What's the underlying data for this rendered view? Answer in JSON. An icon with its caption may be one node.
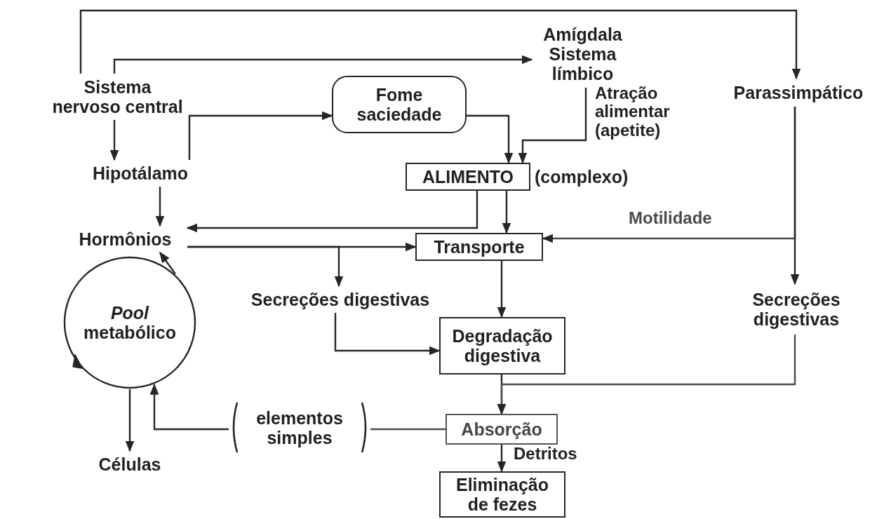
{
  "diagram": {
    "nodes": [
      {
        "text": [
          "Sistema nervoso central"
        ]
      },
      {
        "text": [
          "Amígdala Sistema límbico"
        ]
      },
      {
        "text": [
          "Parassimpático"
        ]
      },
      {
        "text": [
          "Fome saciedade"
        ]
      },
      {
        "text": [
          "Hipotálamo"
        ]
      },
      {
        "text": [
          "ALIMENTO"
        ],
        "beside": [
          "(complexo)"
        ]
      },
      {
        "text": [
          "Hormônios"
        ]
      },
      {
        "text": [
          "Transporte"
        ]
      },
      {
        "text": [
          "Secreções digestivas"
        ]
      },
      {
        "text": [
          "*Pool* metabólico"
        ]
      },
      {
        "text": [
          "Secreções digestivas"
        ]
      },
      {
        "text": [
          "Degradação digestiva"
        ]
      },
      {
        "text": [
          "elementos simples"
        ]
      },
      {
        "text": [
          "Absorção"
        ]
      },
      {
        "text": [
          "Células"
        ]
      },
      {
        "text": [
          "Eliminação de fezes"
        ]
      }
    ],
    "edges": [
      {
        "from": 0,
        "to": 2,
        "arrow": "to"
      },
      {
        "from": 0,
        "to": 1,
        "arrow": "to"
      },
      {
        "from": 0,
        "to": 4,
        "arrow": "to"
      },
      {
        "from": 4,
        "to": 3,
        "arrow": "to"
      },
      {
        "from": 3,
        "to": 5,
        "arrow": "to"
      },
      {
        "from": 1,
        "to": 5,
        "arrow": "to",
        "label": "Atração alimentar (apetite)"
      },
      {
        "from": 4,
        "to": 6,
        "arrow": "to"
      },
      {
        "from": 5,
        "to": 6,
        "arrow": "to"
      },
      {
        "from": 5,
        "to": 7,
        "arrow": "to"
      },
      {
        "from": 6,
        "to": 7,
        "arrow": "to"
      },
      {
        "from": 6,
        "to": 8,
        "arrow": "to"
      },
      {
        "from": 2,
        "to": 7,
        "arrow": "to",
        "label": "Motilidade"
      },
      {
        "from": 2,
        "to": 10,
        "arrow": "to"
      },
      {
        "from": 7,
        "to": 11,
        "arrow": "to"
      },
      {
        "from": 8,
        "to": 11,
        "arrow": "to"
      },
      {
        "from": 11,
        "to": 13,
        "arrow": "to"
      },
      {
        "from": 10,
        "to": 13,
        "arrow": "to"
      },
      {
        "from": 13,
        "to": 12,
        "arrow": "none"
      },
      {
        "from": 12,
        "to": 9,
        "arrow": "to"
      },
      {
        "from": 9,
        "to": 14,
        "arrow": "to"
      },
      {
        "from": 9,
        "to": 6,
        "arrow": "to"
      },
      {
        "from": 13,
        "to": 15,
        "arrow": "to",
        "label": "Detritos"
      }
    ]
  }
}
